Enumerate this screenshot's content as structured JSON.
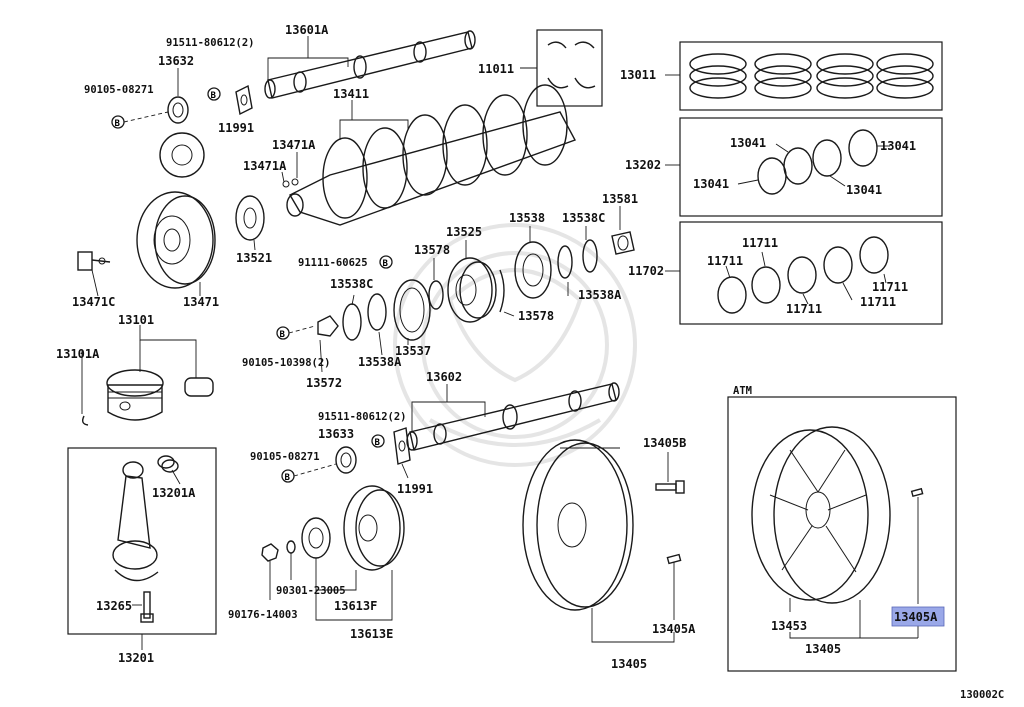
{
  "diagram_code": "130002C",
  "atm_label": "ATM",
  "highlighted_part": "13405A",
  "labels": {
    "p13601A": "13601A",
    "p91511_1": "91511-80612(2)",
    "p13632": "13632",
    "p90105_1": "90105-08271",
    "p11991_1": "11991",
    "p13411": "13411",
    "p13471A_1": "13471A",
    "p13471A_2": "13471A",
    "p11011": "11011",
    "p13011": "13011",
    "p13202": "13202",
    "p13041_a": "13041",
    "p13041_b": "13041",
    "p13041_c": "13041",
    "p13041_d": "13041",
    "p13702": "11702",
    "p11711_a": "11711",
    "p11711_b": "11711",
    "p11711_c": "11711",
    "p11711_d": "11711",
    "p11711_e": "11711",
    "p13471C": "13471C",
    "p13471": "13471",
    "p13521": "13521",
    "p91111": "91111-60625",
    "p13578_1": "13578",
    "p13525": "13525",
    "p13538": "13538",
    "p13538C_1": "13538C",
    "p13581": "13581",
    "p13538C_2": "13538C",
    "p13538A_1": "13538A",
    "p13578_2": "13578",
    "p13101": "13101",
    "p13101A": "13101A",
    "p90105_10398": "90105-10398(2)",
    "p13572": "13572",
    "p13538A_2": "13538A",
    "p13537": "13537",
    "p13602": "13602",
    "p91511_2": "91511-80612(2)",
    "p13633": "13633",
    "p90105_2": "90105-08271",
    "p11991_2": "11991",
    "p13405B": "13405B",
    "p13201A": "13201A",
    "p13265": "13265",
    "p13201": "13201",
    "p90301": "90301-23005",
    "p90176": "90176-14003",
    "p13613F": "13613F",
    "p13613E": "13613E",
    "p13405A_1": "13405A",
    "p13405_1": "13405",
    "p13453": "13453",
    "p13405_2": "13405"
  }
}
